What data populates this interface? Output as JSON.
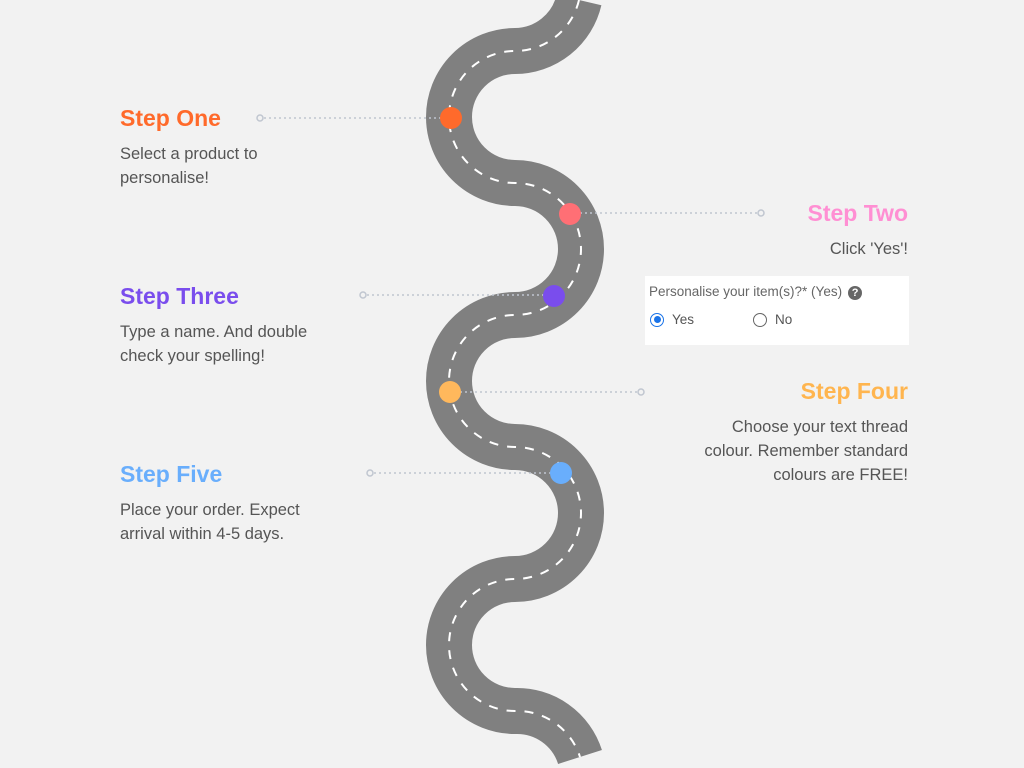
{
  "steps": [
    {
      "title": "Step One",
      "desc_lines": [
        "Select a product to",
        "personalise!"
      ],
      "color": "#ff6a2b",
      "dot": "#ff6a2b"
    },
    {
      "title": "Step Two",
      "desc_lines": [
        "Click 'Yes'!"
      ],
      "color": "#ff8fd3",
      "dot": "#ff6f75"
    },
    {
      "title": "Step Three",
      "desc_lines": [
        "Type a name. And double",
        "check your spelling!"
      ],
      "color": "#7a4ded",
      "dot": "#7a4ded"
    },
    {
      "title": "Step Four",
      "desc_lines": [
        "Choose your text thread",
        "colour. Remember standard",
        "colours are FREE!"
      ],
      "color": "#ffb54f",
      "dot": "#ffb85c"
    },
    {
      "title": "Step Five",
      "desc_lines": [
        "Place your order. Expect",
        "arrival within 4-5 days."
      ],
      "color": "#69aefc",
      "dot": "#69aefc"
    }
  ],
  "form": {
    "label": "Personalise your item(s)?* (Yes)",
    "help_icon": "?",
    "options": [
      {
        "label": "Yes",
        "selected": true
      },
      {
        "label": "No",
        "selected": false
      }
    ]
  }
}
